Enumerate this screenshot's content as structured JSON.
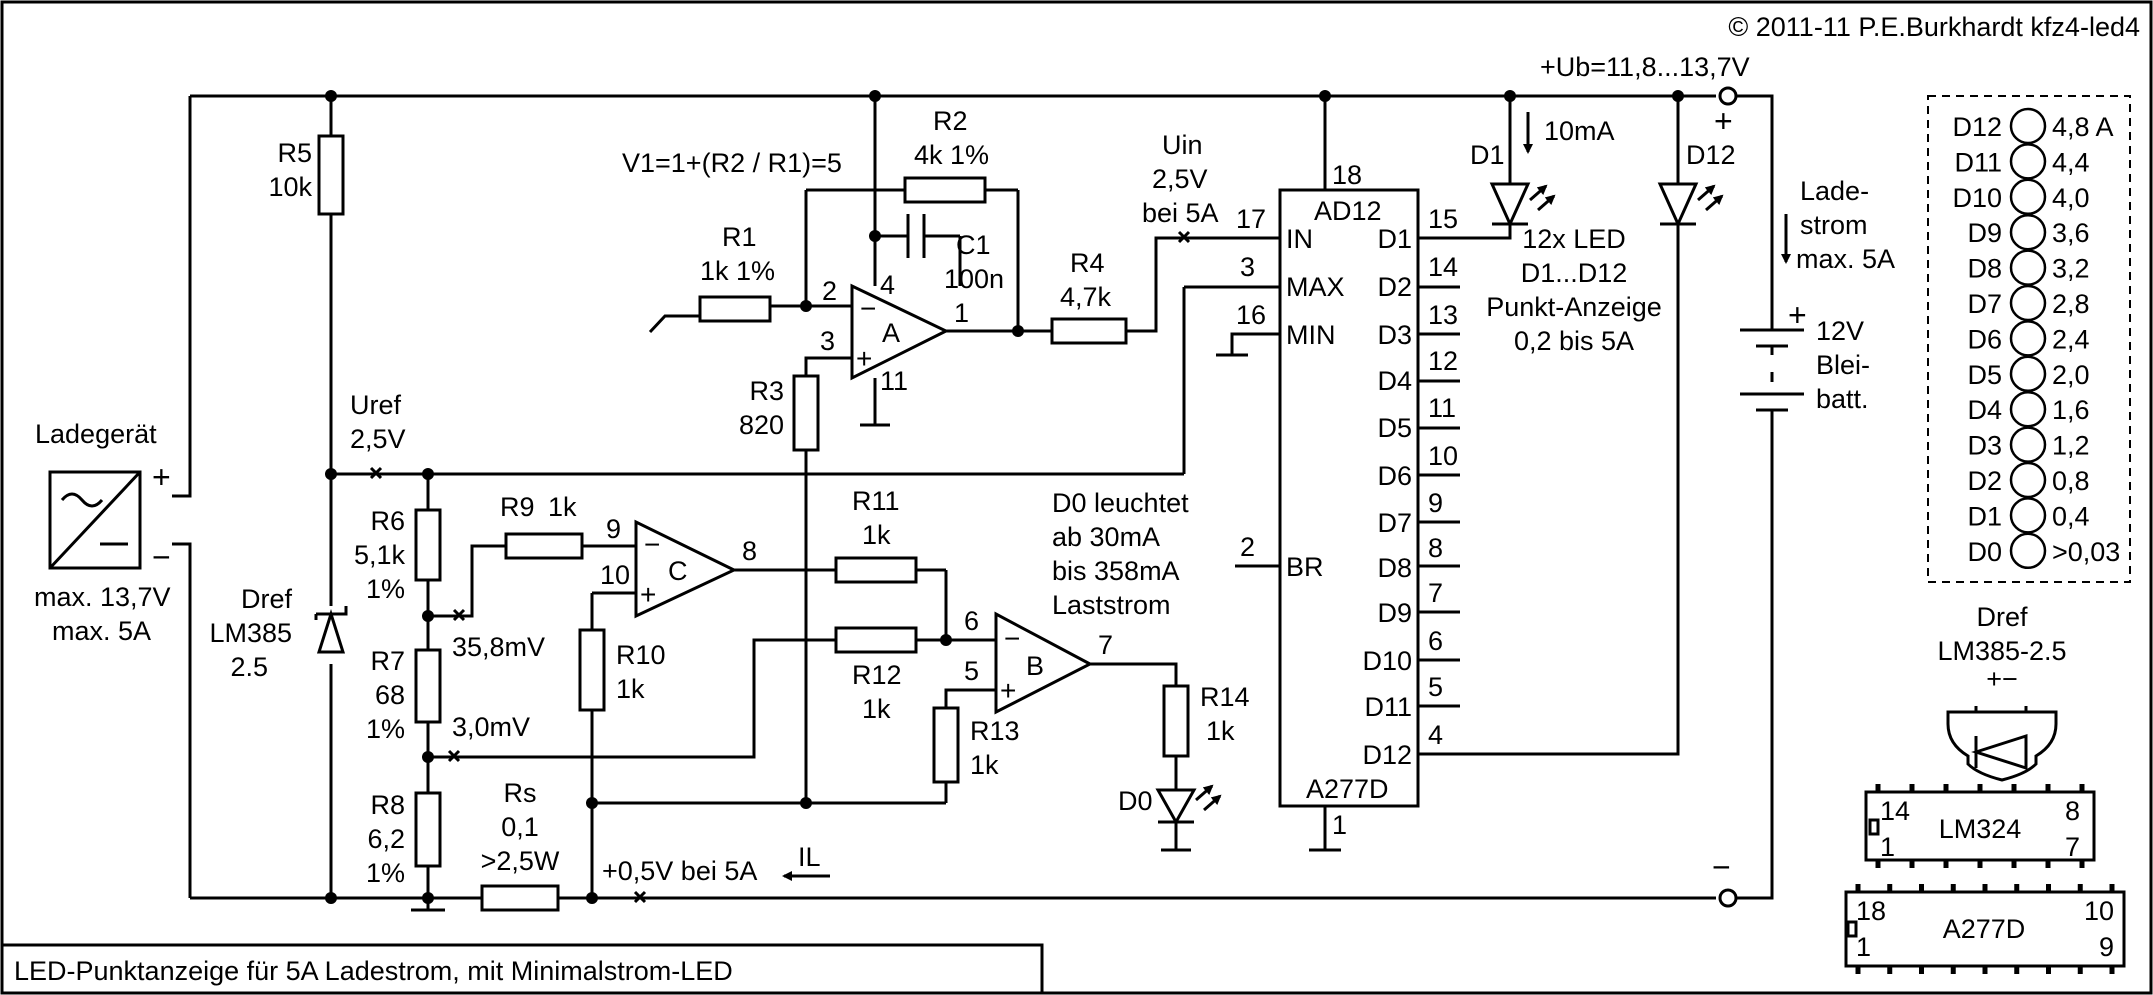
{
  "copyright": "© 2011-11 P.E.Burkhardt kfz4-led4",
  "caption": "LED-Punktanzeige für 5A Ladestrom, mit Minimalstrom-LED",
  "supply": {
    "label": "+Ub=11,8...13,7V",
    "plus": "+",
    "minus": "−",
    "ladestrom": [
      "Lade-",
      "strom",
      "max. 5A"
    ],
    "battery": [
      "12V",
      "Blei-",
      "batt."
    ],
    "battery_plus": "+",
    "led_current": "10mA"
  },
  "charger": {
    "name": "Ladegerät",
    "spec": [
      "max. 13,7V",
      "max. 5A"
    ],
    "plus": "+",
    "minus": "−"
  },
  "components": {
    "R5": [
      "R5",
      "10k"
    ],
    "R1": [
      "R1",
      "1k 1%"
    ],
    "R2": [
      "R2",
      "4k 1%"
    ],
    "C1": [
      "C1",
      "100n"
    ],
    "R3": [
      "R3",
      "820"
    ],
    "R4": [
      "R4",
      "4,7k"
    ],
    "R6": [
      "R6",
      "5,1k",
      "1%"
    ],
    "R7": [
      "R7",
      "68",
      "1%"
    ],
    "R8": [
      "R8",
      "6,2",
      "1%"
    ],
    "R9": [
      "R9",
      "1k"
    ],
    "R10": [
      "R10",
      "1k"
    ],
    "R11": [
      "R11",
      "1k"
    ],
    "R12": [
      "R12",
      "1k"
    ],
    "R13": [
      "R13",
      "1k"
    ],
    "R14": [
      "R14",
      "1k"
    ],
    "Rs": [
      "Rs",
      "0,1",
      ">2,5W"
    ],
    "Dref": [
      "Dref",
      "LM385",
      "2.5"
    ]
  },
  "annotations": {
    "gain": "V1=1+(R2 / R1)=5",
    "uin": [
      "Uin",
      "2,5V",
      "bei 5A"
    ],
    "uref": [
      "Uref",
      "2,5V"
    ],
    "v358": "35,8mV",
    "v30": "3,0mV",
    "v05": "+0,5V bei 5A",
    "il": "IL",
    "d0_note": [
      "D0 leuchtet",
      "ab 30mA",
      "bis 358mA",
      "Laststrom"
    ],
    "led_note": [
      "12x LED",
      "D1...D12",
      "Punkt-Anzeige",
      "0,2 bis 5A"
    ]
  },
  "opamps": {
    "A": {
      "name": "A",
      "pins": [
        "2",
        "3",
        "1",
        "4",
        "11"
      ]
    },
    "B": {
      "name": "B",
      "pins": [
        "6",
        "5",
        "7"
      ]
    },
    "C": {
      "name": "C",
      "pins": [
        "9",
        "10",
        "8"
      ]
    }
  },
  "ad12": {
    "title": "AD12",
    "part": "A277D",
    "pin_top": "18",
    "pin_bottom": "1",
    "left_pins": [
      {
        "label": "IN",
        "pin": "17"
      },
      {
        "label": "MAX",
        "pin": "3"
      },
      {
        "label": "MIN",
        "pin": "16"
      },
      {
        "label": "BR",
        "pin": "2"
      }
    ],
    "right_pins": [
      {
        "label": "D1",
        "pin": "15"
      },
      {
        "label": "D2",
        "pin": "14"
      },
      {
        "label": "D3",
        "pin": "13"
      },
      {
        "label": "D4",
        "pin": "12"
      },
      {
        "label": "D5",
        "pin": "11"
      },
      {
        "label": "D6",
        "pin": "10"
      },
      {
        "label": "D7",
        "pin": "9"
      },
      {
        "label": "D8",
        "pin": "8"
      },
      {
        "label": "D9",
        "pin": "7"
      },
      {
        "label": "D10",
        "pin": "6"
      },
      {
        "label": "D11",
        "pin": "5"
      },
      {
        "label": "D12",
        "pin": "4"
      }
    ]
  },
  "leds": {
    "D1": "D1",
    "D12": "D12",
    "D0": "D0"
  },
  "scale": [
    {
      "led": "D12",
      "value": "4,8 A"
    },
    {
      "led": "D11",
      "value": "4,4"
    },
    {
      "led": "D10",
      "value": "4,0"
    },
    {
      "led": "D9",
      "value": "3,6"
    },
    {
      "led": "D8",
      "value": "3,2"
    },
    {
      "led": "D7",
      "value": "2,8"
    },
    {
      "led": "D6",
      "value": "2,4"
    },
    {
      "led": "D5",
      "value": "2,0"
    },
    {
      "led": "D4",
      "value": "1,6"
    },
    {
      "led": "D3",
      "value": "1,2"
    },
    {
      "led": "D2",
      "value": "0,8"
    },
    {
      "led": "D1",
      "value": "0,4"
    },
    {
      "led": "D0",
      "value": ">0,03"
    }
  ],
  "packages": {
    "dref_title": [
      "Dref",
      "LM385-2.5"
    ],
    "dref_pins": "+−",
    "lm324": {
      "name": "LM324",
      "pins": [
        "14",
        "1",
        "8",
        "7"
      ]
    },
    "a277d": {
      "name": "A277D",
      "pins": [
        "18",
        "1",
        "10",
        "9"
      ]
    }
  }
}
